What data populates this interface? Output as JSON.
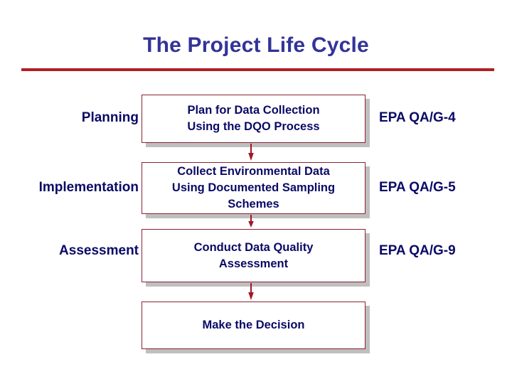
{
  "slide": {
    "title": "The Project Life Cycle",
    "title_color": "#333399",
    "rule_color": "#B02025",
    "background_color": "#FFFFFF",
    "text_color": "#0A0A66",
    "box_border_color": "#8B2135",
    "box_fill_color": "#FFFFFF",
    "box_shadow_color": "#BFBFBF",
    "arrow_color": "#A01828"
  },
  "diagram": {
    "type": "flowchart",
    "orientation": "vertical",
    "boxes": [
      {
        "text": "Plan for Data Collection\nUsing the DQO Process"
      },
      {
        "text": "Collect Environmental Data\nUsing Documented Sampling\nSchemes"
      },
      {
        "text": "Conduct Data Quality\nAssessment"
      },
      {
        "text": "Make the Decision"
      }
    ],
    "arrows": [
      {
        "direction": "down",
        "from": 0,
        "to": 1
      },
      {
        "direction": "down",
        "from": 1,
        "to": 2
      },
      {
        "direction": "down",
        "from": 2,
        "to": 3
      }
    ],
    "stage_labels": [
      {
        "text": "Planning"
      },
      {
        "text": "Implementation"
      },
      {
        "text": "Assessment"
      }
    ],
    "guidance_labels": [
      {
        "text": "EPA QA/G-4"
      },
      {
        "text": "EPA QA/G-5"
      },
      {
        "text": "EPA QA/G-9"
      }
    ]
  }
}
